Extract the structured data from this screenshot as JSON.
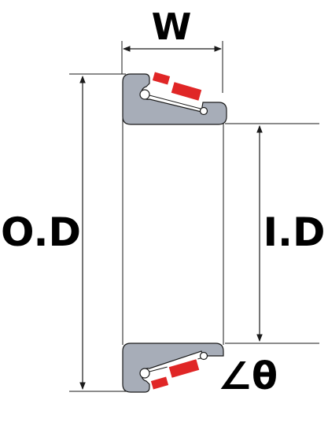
{
  "labels": {
    "width": "W",
    "outer_diameter": "O.D",
    "inner_diameter": "I.D",
    "angle": "∠θ"
  },
  "colors": {
    "ring": "#a7adb8",
    "ring_stroke": "#1a1a1a",
    "roller": "#e02626",
    "roller_stroke": "#ffffff",
    "dimension_line": "#1a1a1a",
    "text": "#000000"
  }
}
